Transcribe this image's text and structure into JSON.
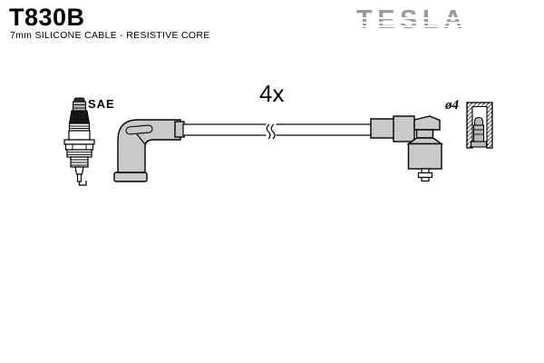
{
  "header": {
    "part_number": "T830B",
    "subtitle": "7mm SILICONE CABLE - RESISTIVE CORE",
    "brand": "TESLA"
  },
  "diagram": {
    "quantity_label": "4x",
    "spark_plug_label": "SAE",
    "terminal_diameter_label": "ø4",
    "parts": [
      "spark-plug",
      "angled-spark-plug-boot",
      "silicone-cable-with-break-mark",
      "straight-coil-boot",
      "terminal-sleeve-cross-section"
    ]
  },
  "colors": {
    "background": "#ffffff",
    "outline": "#000000",
    "boot_fill": "#c9c9c9",
    "metal_fill": "#b9b9b9",
    "logo_gray": "#9c9c9c"
  }
}
